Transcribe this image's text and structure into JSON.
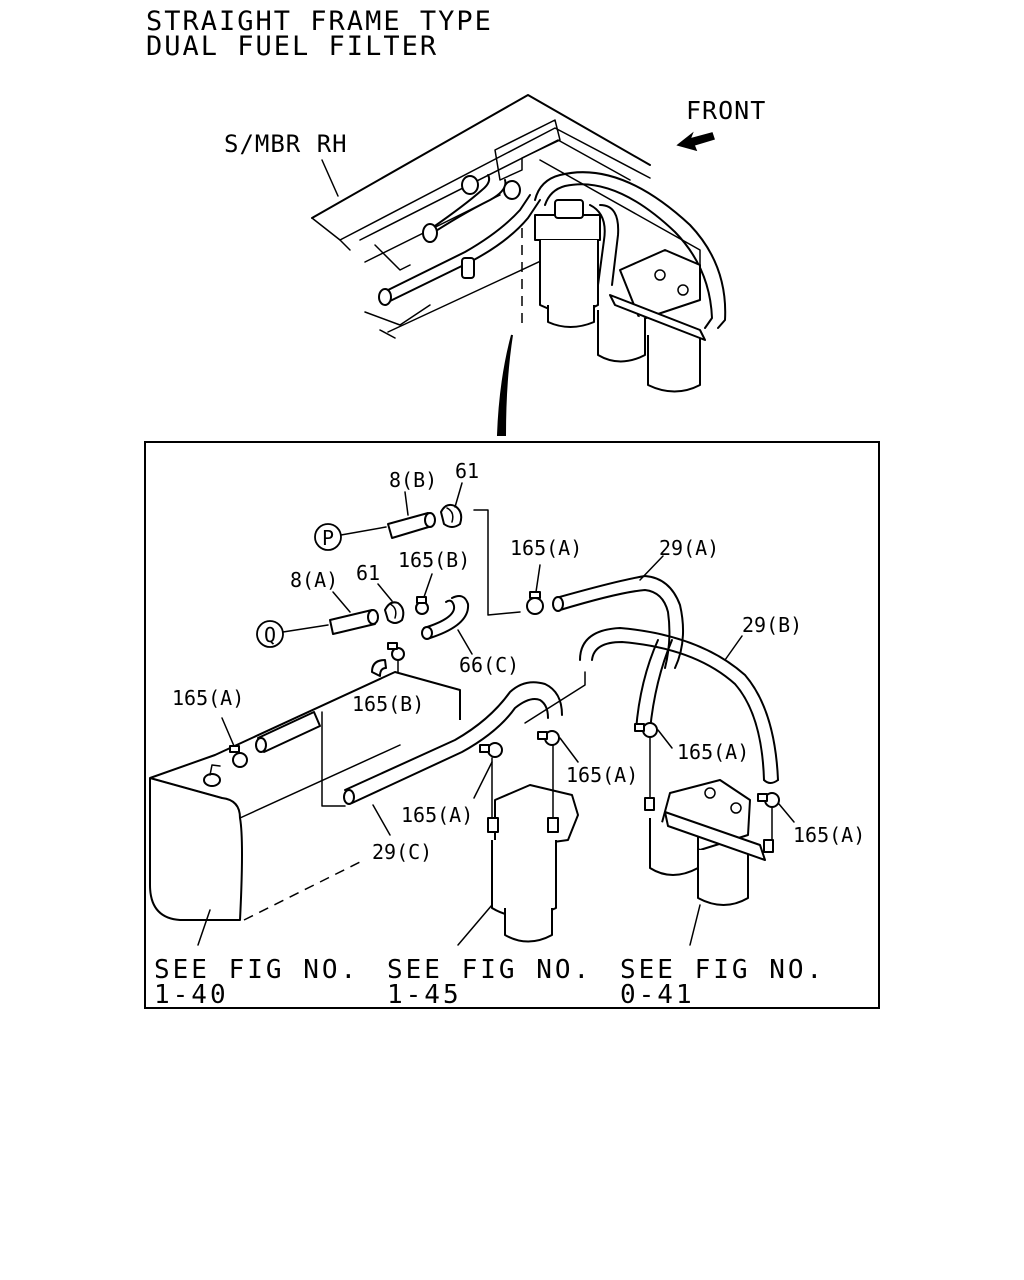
{
  "title": {
    "line1": "STRAIGHT FRAME TYPE",
    "line2": "DUAL FUEL FILTER"
  },
  "overview": {
    "frame_label": "S/MBR RH",
    "front_label": "FRONT"
  },
  "callouts": {
    "hose_8b": "8(B)",
    "clip_61_top": "61",
    "clip_61_mid": "61",
    "hose_8a": "8(A)",
    "clamp_165b_top": "165(B)",
    "clamp_165b_low": "165(B)",
    "clamp_165a_mid": "165(A)",
    "hose_29a": "29(A)",
    "hose_29b": "29(B)",
    "hose_66c": "66(C)",
    "clamp_165a_tank": "165(A)",
    "clamp_165a_f1_left": "165(A)",
    "clamp_165a_f1_right": "165(A)",
    "clamp_165a_f2_top": "165(A)",
    "clamp_165a_f2_right": "165(A)",
    "hose_29c": "29(C)",
    "ref_p": "P",
    "ref_q": "Q"
  },
  "references": [
    {
      "line1": "SEE FIG NO.",
      "line2": "1-40"
    },
    {
      "line1": "SEE FIG NO.",
      "line2": "1-45"
    },
    {
      "line1": "SEE FIG NO.",
      "line2": "0-41"
    }
  ]
}
